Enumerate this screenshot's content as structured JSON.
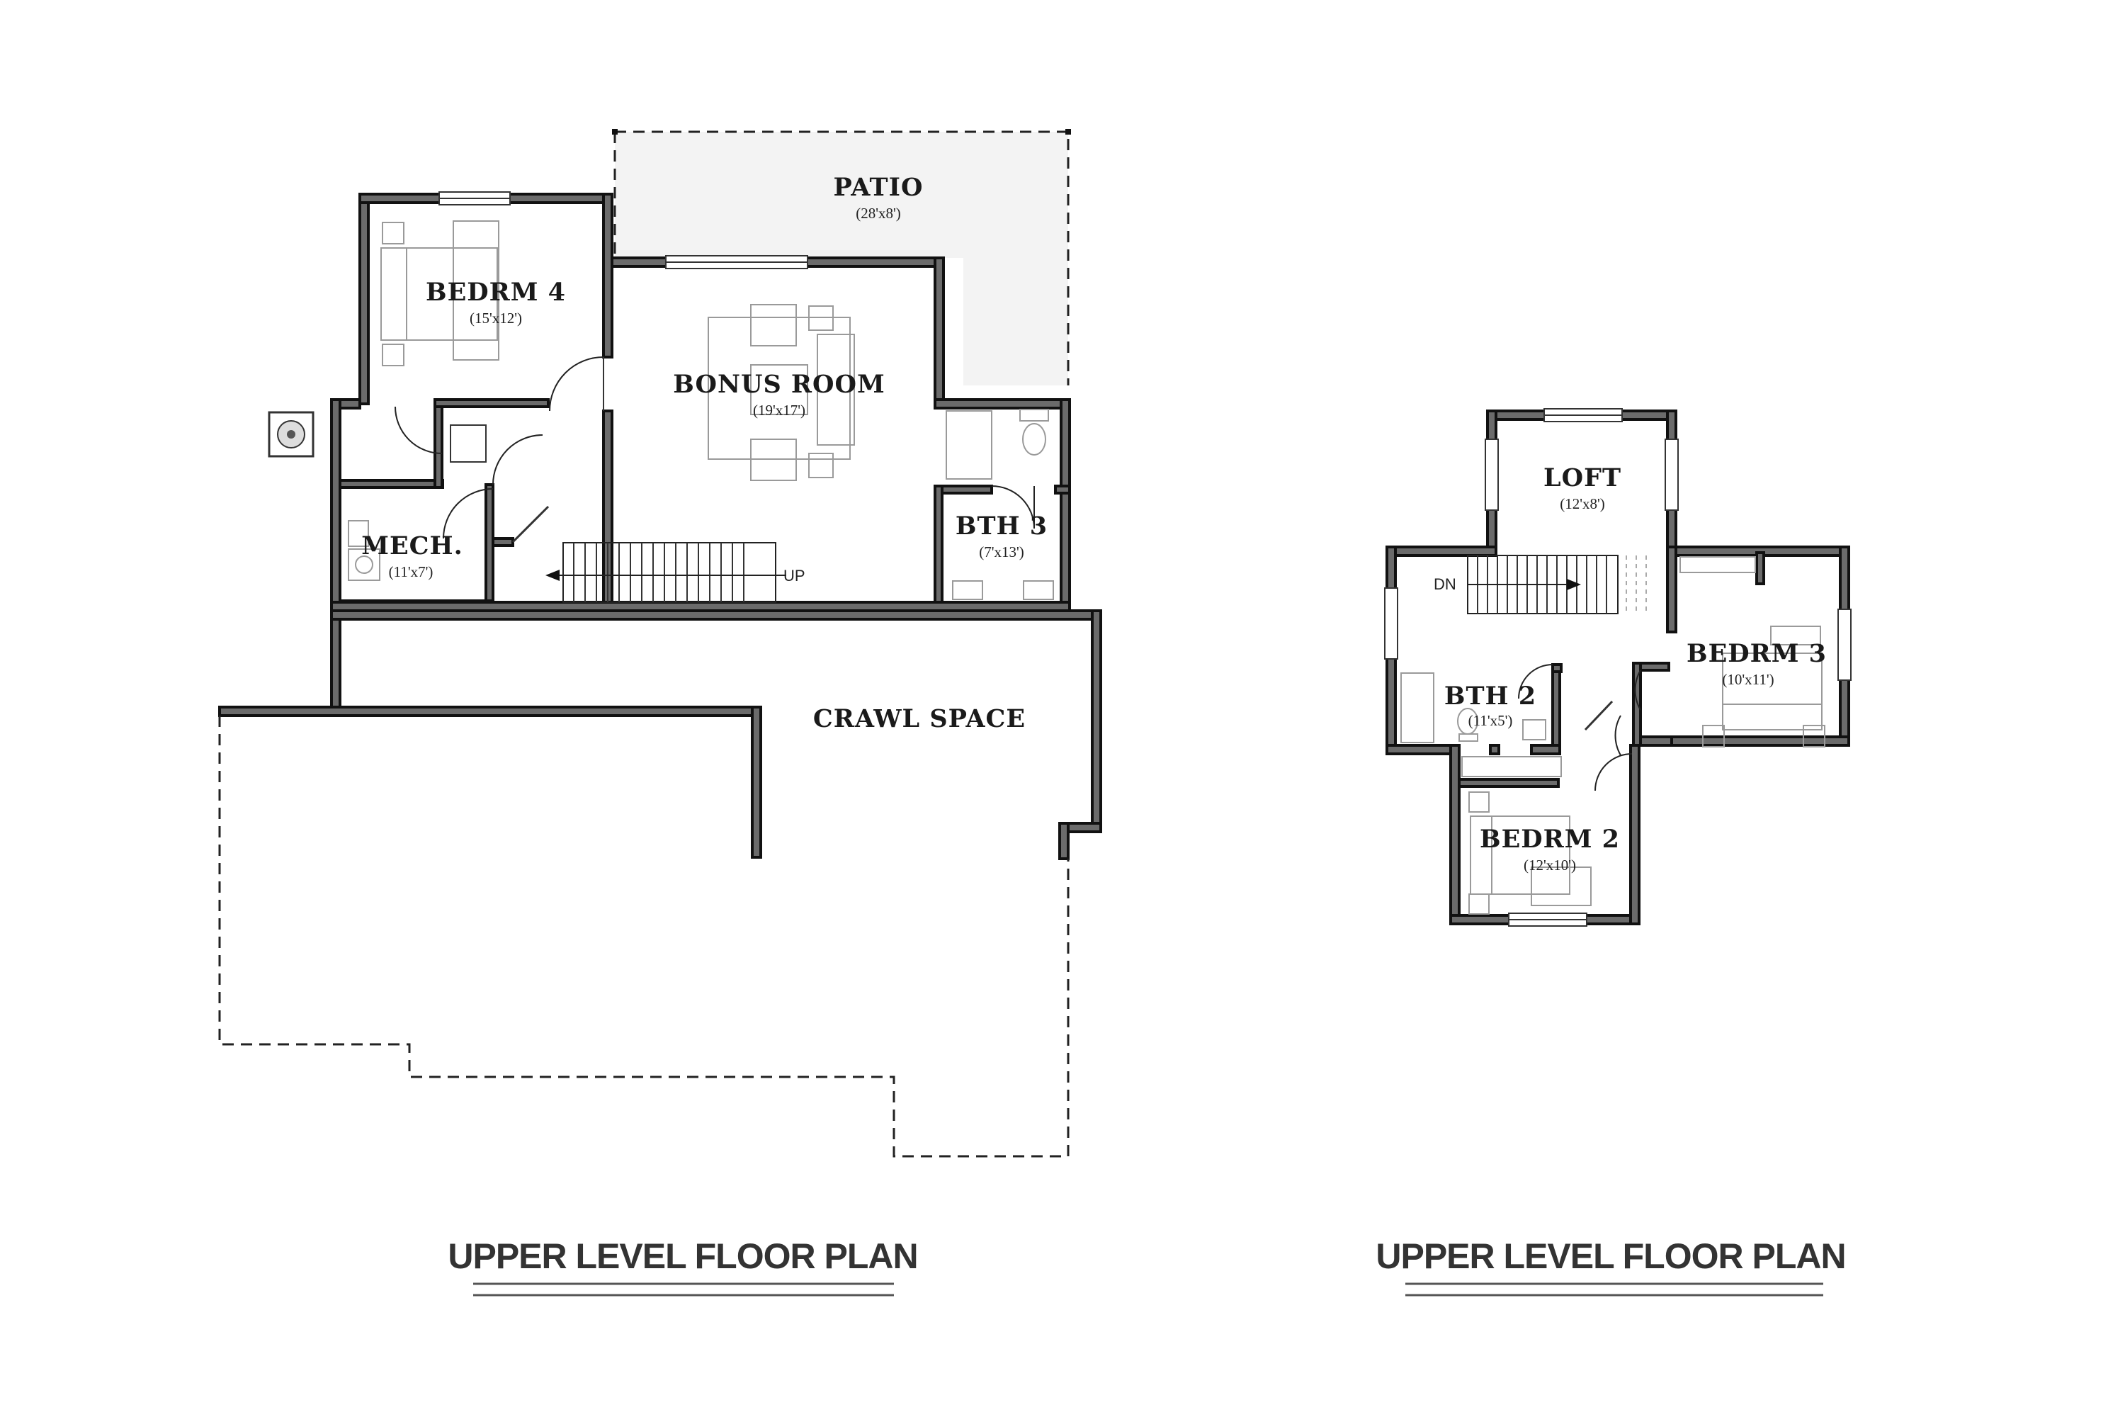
{
  "lower_plan": {
    "title": "UPPER LEVEL FLOOR PLAN",
    "rooms": {
      "patio": {
        "name": "PATIO",
        "dim": "(28'x8')"
      },
      "bedrm4": {
        "name": "BEDRM 4",
        "dim": "(15'x12')"
      },
      "bonus": {
        "name": "BONUS ROOM",
        "dim": "(19'x17')"
      },
      "bth3": {
        "name": "BTH 3",
        "dim": "(7'x13')"
      },
      "mech": {
        "name": "MECH.",
        "dim": "(11'x7')"
      },
      "crawl": {
        "name": "CRAWL SPACE"
      }
    },
    "stair_label": "UP"
  },
  "upper_plan": {
    "title": "UPPER LEVEL FLOOR PLAN",
    "rooms": {
      "loft": {
        "name": "LOFT",
        "dim": "(12'x8')"
      },
      "bedrm3": {
        "name": "BEDRM 3",
        "dim": "(10'x11')"
      },
      "bth2": {
        "name": "BTH 2",
        "dim": "(11'x5')"
      },
      "bedrm2": {
        "name": "BEDRM 2",
        "dim": "(12'x10')"
      }
    },
    "stair_label": "DN"
  }
}
